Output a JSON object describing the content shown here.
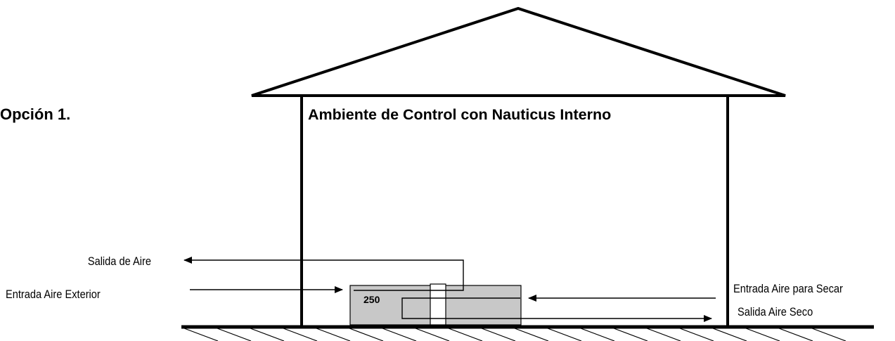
{
  "option_label": "Opción 1.",
  "room_title": "Ambiente de Control con Nauticus Interno",
  "unit": {
    "model_number": "250",
    "fill_color": "#c8c8c8"
  },
  "flows": {
    "salida_aire": "Salida de Aire",
    "entrada_aire_exterior": "Entrada Aire Exterior",
    "entrada_aire_secar": "Entrada Aire para Secar",
    "salida_aire_seco": "Salida Aire Seco"
  },
  "colors": {
    "line": "#000000",
    "background": "#ffffff"
  }
}
